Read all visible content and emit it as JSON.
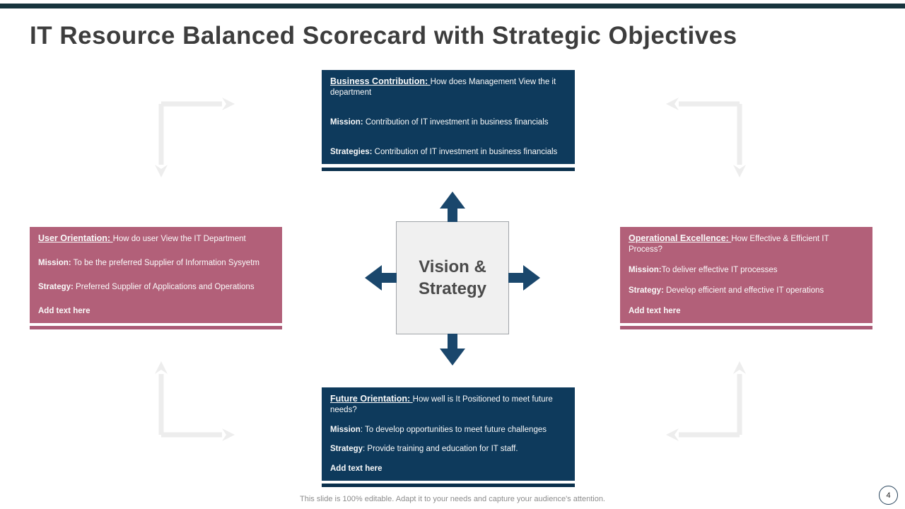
{
  "colors": {
    "accent_bar": "#17343D",
    "panel_navy": "#0E3A5C",
    "panel_rose": "#B26079",
    "arrow_navy": "#1A476C",
    "corner_arrow_gray": "#EDEDED",
    "title_text": "#3D3D3D"
  },
  "slide": {
    "title": "IT Resource Balanced Scorecard with Strategic Objectives",
    "footer": "This slide is 100% editable. Adapt it to your needs and capture your audience's attention.",
    "page_number": "4"
  },
  "center": {
    "label": "Vision & Strategy"
  },
  "panels": {
    "business": {
      "heading": "Business Contribution: ",
      "heading_rest": "How does Management View the it department",
      "mission_label": "Mission:",
      "mission_text": " Contribution of IT investment in business financials",
      "strategy_label": "Strategies:",
      "strategy_text": " Contribution of IT investment in business financials"
    },
    "user": {
      "heading": "User Orientation: ",
      "heading_rest": "How do user View the IT Department",
      "mission_label": "Mission:",
      "mission_text": " To be the preferred Supplier of Information Sysyetm",
      "strategy_label": "Strategy:",
      "strategy_text": " Preferred Supplier of Applications and Operations",
      "add_text": "Add text here"
    },
    "operational": {
      "heading": "Operational Excellence: ",
      "heading_rest": "How Effective & Efficient IT Process?",
      "mission_label": "Mission:",
      "mission_text": "To deliver effective IT processes",
      "strategy_label": "Strategy:",
      "strategy_text": " Develop efficient and effective IT operations",
      "add_text": "Add text here"
    },
    "future": {
      "heading": "Future Orientation: ",
      "heading_rest": "How well is It Positioned to meet future needs?",
      "mission_label": "Mission",
      "mission_text": ": To develop opportunities to meet future challenges",
      "strategy_label": "Strategy",
      "strategy_text": ": Provide training and education for IT staff.",
      "add_text": "Add text here"
    }
  }
}
